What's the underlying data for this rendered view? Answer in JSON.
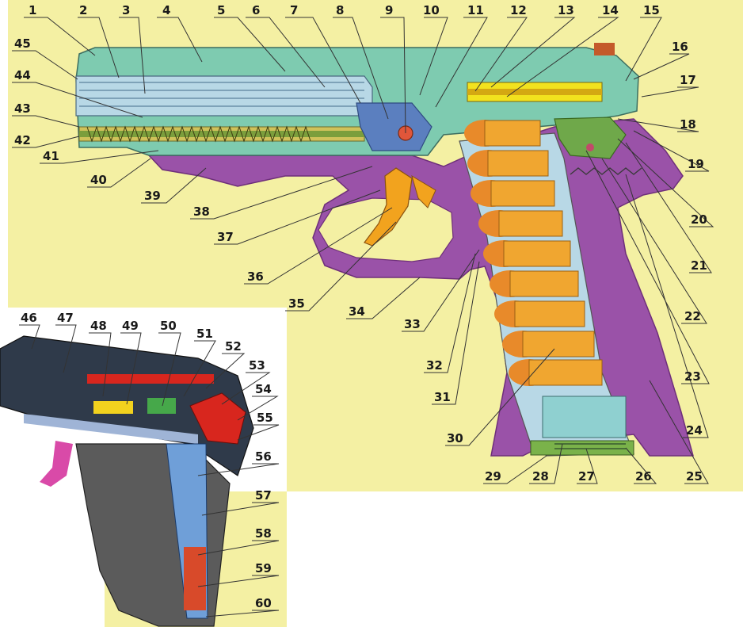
{
  "diagram": {
    "labels": [
      "1",
      "2",
      "3",
      "4",
      "5",
      "6",
      "7",
      "8",
      "9",
      "10",
      "11",
      "12",
      "13",
      "14",
      "15",
      "16",
      "17",
      "18",
      "19",
      "20",
      "21",
      "22",
      "23",
      "24",
      "25",
      "26",
      "27",
      "28",
      "29",
      "30",
      "31",
      "32",
      "33",
      "34",
      "35",
      "36",
      "37",
      "38",
      "39",
      "40",
      "41",
      "42",
      "43",
      "44",
      "45",
      "46",
      "47",
      "48",
      "49",
      "50",
      "51",
      "52",
      "53",
      "54",
      "55",
      "56",
      "57",
      "58",
      "59",
      "60"
    ],
    "colors": {
      "background": "#f4f0a3",
      "frame": "#9a52a8",
      "slide": "#7ecbb0",
      "barrel": "#b8d8e6",
      "cartridge": "#f0a630",
      "hammer_parts": "#f2b21e",
      "rod": "#7b9e3c",
      "inset_grip": "#5b5b5b",
      "inset_slide": "#2f3a4a",
      "inset_red": "#d8261e",
      "leader": "#333333"
    }
  }
}
